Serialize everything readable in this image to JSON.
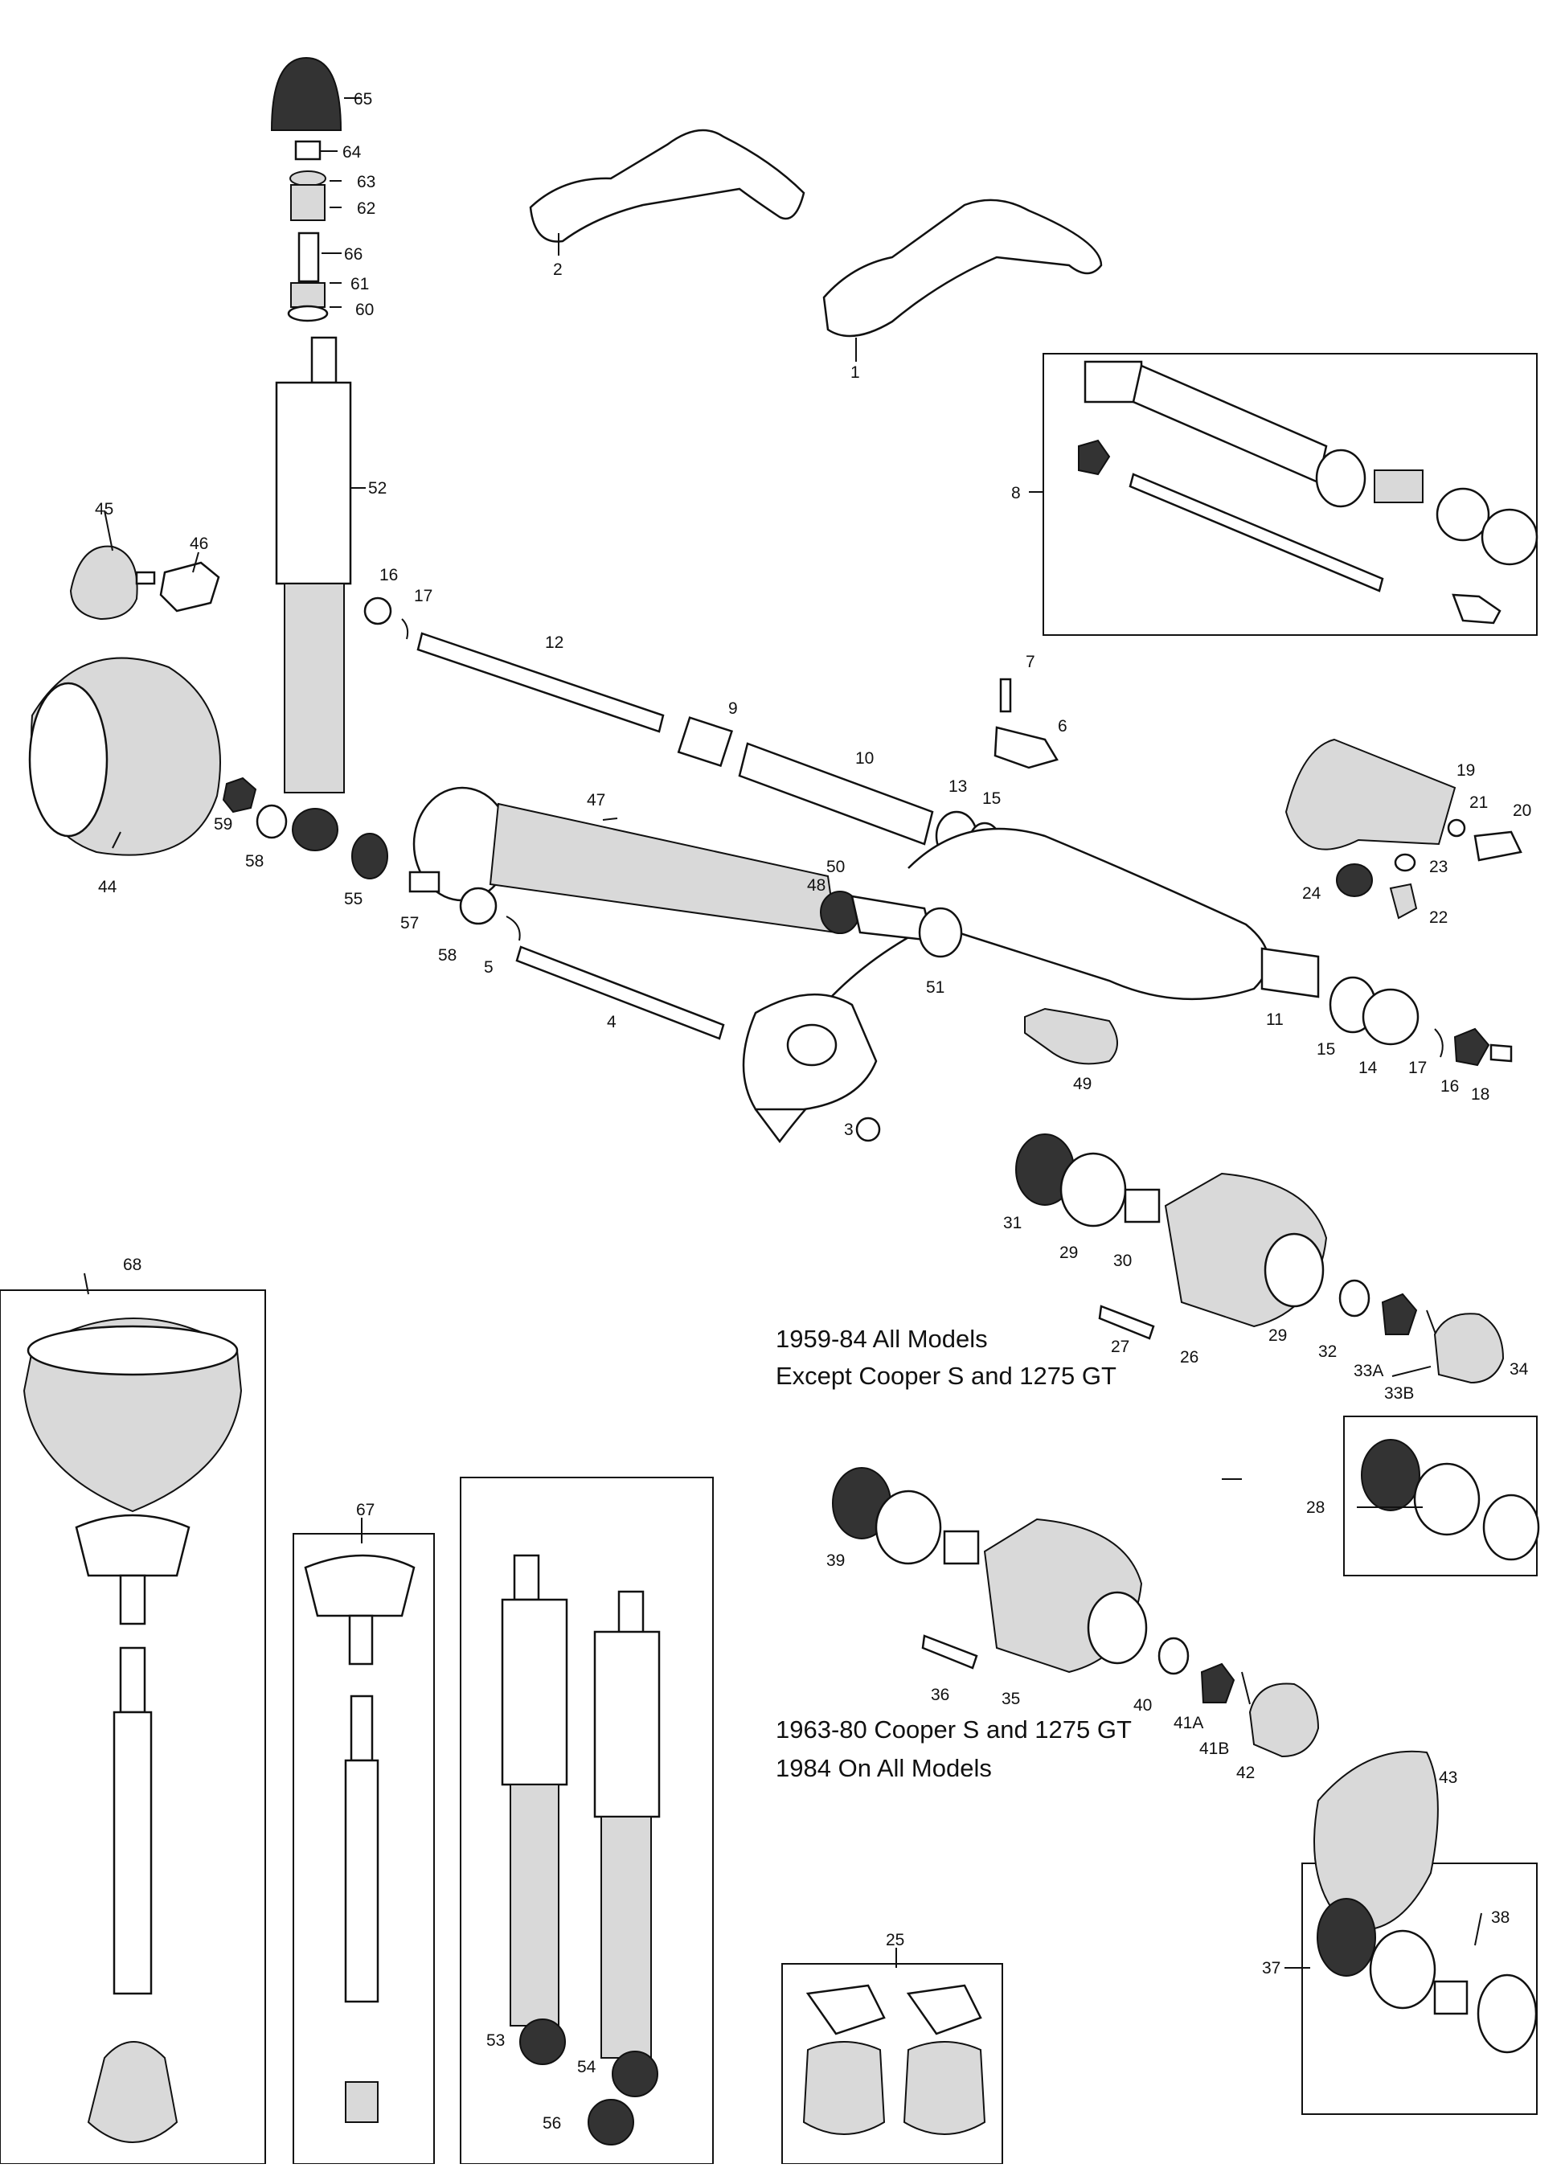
{
  "captions": {
    "std_line1": "1959-84 All Models",
    "std_line2": "Except Cooper S and 1275 GT",
    "cooper_line1": "1963-80 Cooper S and 1275 GT",
    "cooper_line2": "1984 On All Models"
  },
  "callouts": {
    "c1": "1",
    "c2": "2",
    "c3": "3",
    "c4": "4",
    "c5": "5",
    "c6": "6",
    "c7": "7",
    "c8": "8",
    "c9": "9",
    "c10": "10",
    "c11": "11",
    "c12": "12",
    "c13": "13",
    "c14": "14",
    "c15a": "15",
    "c15b": "15",
    "c16a": "16",
    "c16b": "16",
    "c17a": "17",
    "c17b": "17",
    "c18": "18",
    "c19": "19",
    "c20": "20",
    "c21": "21",
    "c22": "22",
    "c23": "23",
    "c24": "24",
    "c25": "25",
    "c26": "26",
    "c27": "27",
    "c28": "28",
    "c29a": "29",
    "c29b": "29",
    "c30": "30",
    "c31": "31",
    "c32": "32",
    "c33a": "33A",
    "c33b": "33B",
    "c34": "34",
    "c35": "35",
    "c36": "36",
    "c37": "37",
    "c38": "38",
    "c39": "39",
    "c40": "40",
    "c41a": "41A",
    "c41b": "41B",
    "c42": "42",
    "c43": "43",
    "c44": "44",
    "c45": "45",
    "c46": "46",
    "c47": "47",
    "c48": "48",
    "c49": "49",
    "c50": "50",
    "c51": "51",
    "c52": "52",
    "c53": "53",
    "c54": "54",
    "c55": "55",
    "c56": "56",
    "c57": "57",
    "c58a": "58",
    "c58b": "58",
    "c59": "59",
    "c60": "60",
    "c61": "61",
    "c62": "62",
    "c63": "63",
    "c64": "64",
    "c65": "65",
    "c66": "66",
    "c67": "67",
    "c68": "68"
  }
}
